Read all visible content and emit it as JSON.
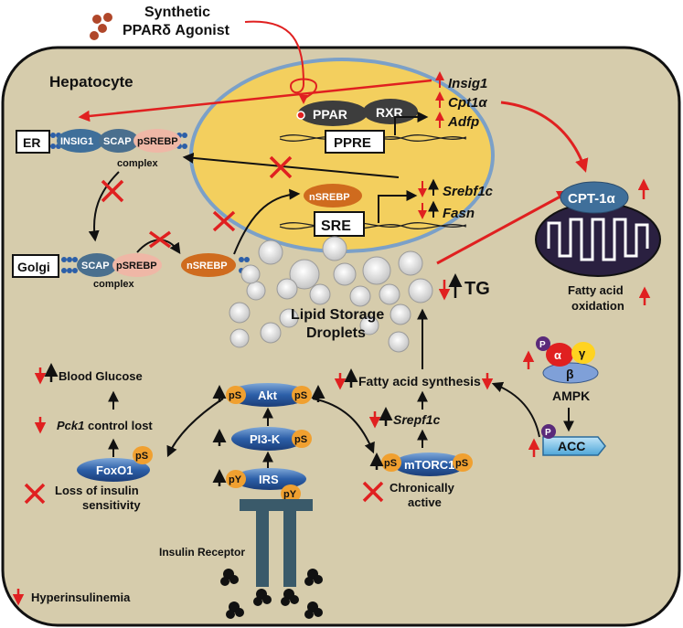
{
  "agonist": {
    "line1": "Synthetic",
    "line2": "PPARδ Agonist"
  },
  "cell_label": "Hepatocyte",
  "nucleus": {
    "ppar": "PPAR",
    "rxr": "RXR",
    "ppre": "PPRE",
    "sre": "SRE",
    "nsrebp": "nSREBP",
    "genes_up": [
      "Insig1",
      "Cpt1α",
      "Adfp"
    ],
    "genes_lipo": [
      "Srebf1c",
      "Fasn"
    ]
  },
  "er": {
    "label": "ER",
    "insig1": "INSIG1",
    "scap": "SCAP",
    "psrebp": "pSREBP",
    "complex": "complex"
  },
  "golgi": {
    "label": "Golgi",
    "scap": "SCAP",
    "psrebp": "pSREBP",
    "nsrebp": "nSREBP",
    "complex": "complex"
  },
  "mito": {
    "cpt": "CPT-1α",
    "fao_line1": "Fatty acid",
    "fao_line2": "oxidation"
  },
  "lipid": {
    "line1": "Lipid Storage",
    "line2": "Droplets",
    "tg": "TG"
  },
  "ampk": {
    "label": "AMPK",
    "alpha": "α",
    "gamma": "γ",
    "beta": "β",
    "p": "P",
    "acc": "ACC"
  },
  "signaling": {
    "fatty_acid_synthesis": "Fatty acid synthesis",
    "srepf1c": "Srepf1c",
    "mtorc1": "mTORC1",
    "chronically_line1": "Chronically",
    "chronically_line2": "active",
    "akt": "Akt",
    "pi3k": "PI3-K",
    "irs": "IRS",
    "ps": "pS",
    "py": "pY",
    "foxo1": "FoxO1",
    "blood_glucose": "Blood Glucose",
    "pck1": "Pck1",
    "control_lost": " control lost",
    "loss_line1": "Loss of insulin",
    "loss_line2": "sensitivity",
    "insulin_receptor": "Insulin Receptor",
    "hyperinsulinemia": "Hyperinsulinemia"
  },
  "colors": {
    "cytoplasm": "#d6ccac",
    "nucleus": "#f3cf5e",
    "nucleus_border": "#7ba0c8",
    "blue_protein": "#3f6f9a",
    "pink_protein": "#efb7a6",
    "orange_protein": "#cf6b1e",
    "ps_badge": "#f0a030",
    "red_arrow": "#e02020",
    "mito": "#2a2040",
    "receptor": "#3a5a6a"
  }
}
